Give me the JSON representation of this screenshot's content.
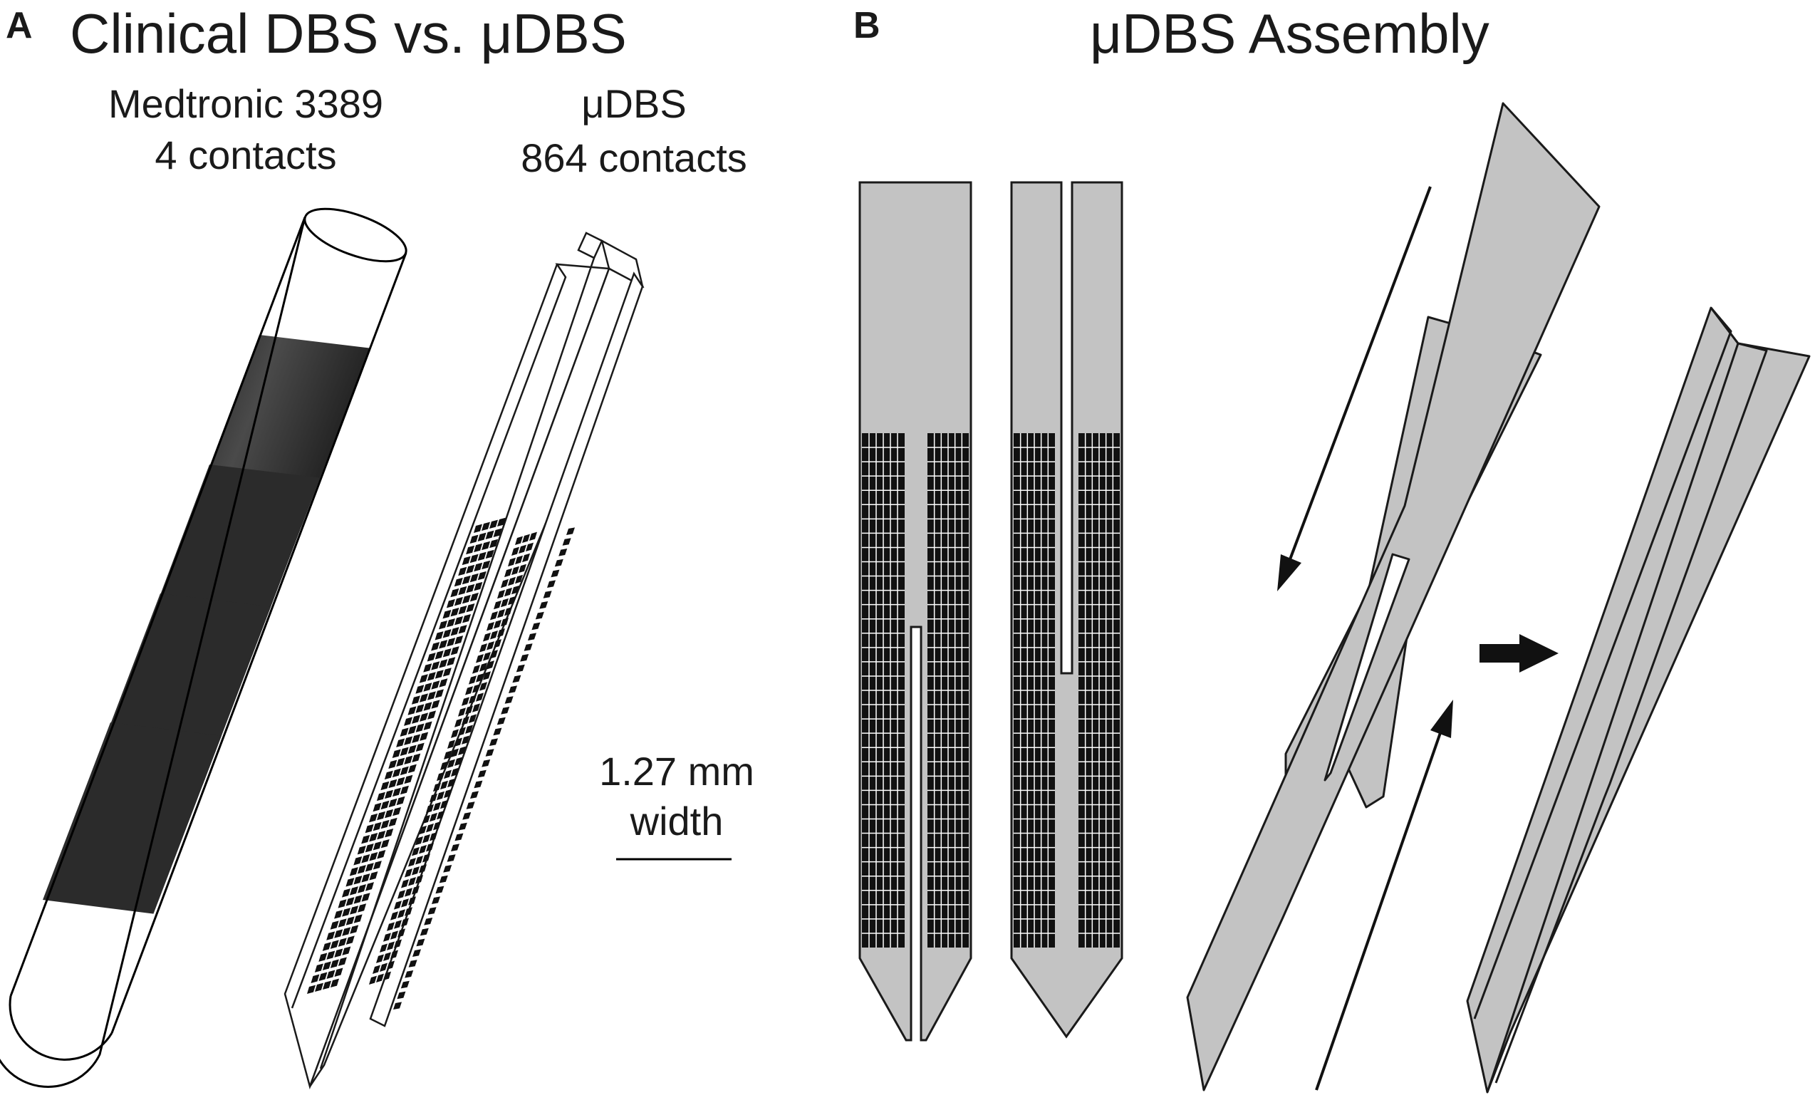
{
  "panel_a": {
    "letter": "A",
    "title": "Clinical DBS vs. μDBS",
    "clinical": {
      "name": "Medtronic 3389",
      "contacts": "4 contacts"
    },
    "micro": {
      "name": "μDBS",
      "contacts": "864 contacts"
    },
    "scale": {
      "line1": "1.27 mm",
      "line2": "width"
    }
  },
  "panel_b": {
    "letter": "B",
    "title": "μDBS Assembly"
  },
  "colors": {
    "shank_gray": "#c3c3c3",
    "contact_black": "#1a1a1a",
    "outline": "#2a2a2a",
    "band_dark": "#2b2b2b"
  }
}
